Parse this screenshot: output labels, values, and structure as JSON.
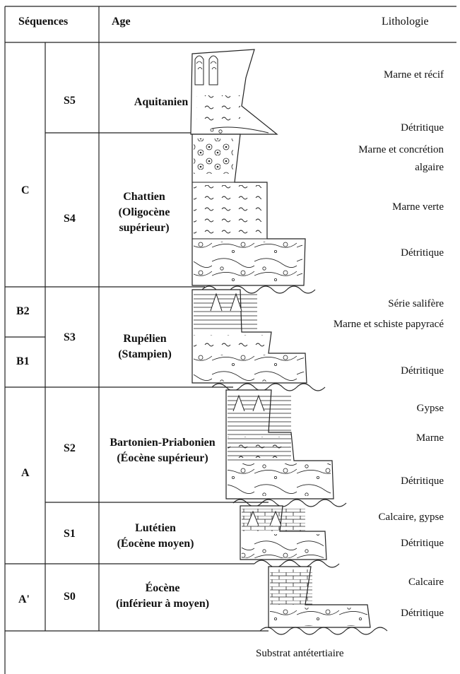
{
  "header": {
    "sequences": "Séquences",
    "age": "Age",
    "lithology": "Lithologie"
  },
  "sequences_major": [
    "C",
    "B2",
    "B1",
    "A",
    "A'"
  ],
  "sequences_minor": [
    "S5",
    "S4",
    "S3",
    "S2",
    "S1",
    "S0"
  ],
  "ages": {
    "s5": [
      "Aquitanien"
    ],
    "s4": [
      "Chattien",
      "(Oligocène",
      "supérieur)"
    ],
    "s3": [
      "Rupélien",
      "(Stampien)"
    ],
    "s2": [
      "Bartonien-Priabonien",
      "(Éocène supérieur)"
    ],
    "s1": [
      "Lutétien",
      "(Éocène moyen)"
    ],
    "s0": [
      "Éocène",
      "(inférieur à moyen)"
    ]
  },
  "lithology": {
    "marne_recif": "Marne et récif",
    "detritique_s5": "Détritique",
    "concretion_1": "Marne et concrétion",
    "concretion_2": "algaire",
    "marne_verte": "Marne verte",
    "detritique_s4": "Détritique",
    "salifere": "Série salifère",
    "schiste": "Marne et schiste papyracé",
    "detritique_s3": "Détritique",
    "gypse": "Gypse",
    "marne": "Marne",
    "detritique_s2": "Détritique",
    "calcaire_gypse": "Calcaire, gypse",
    "detritique_s1": "Détritique",
    "calcaire": "Calcaire",
    "detritique_s0": "Détritique"
  },
  "substrate": "Substrat antétertiaire"
}
